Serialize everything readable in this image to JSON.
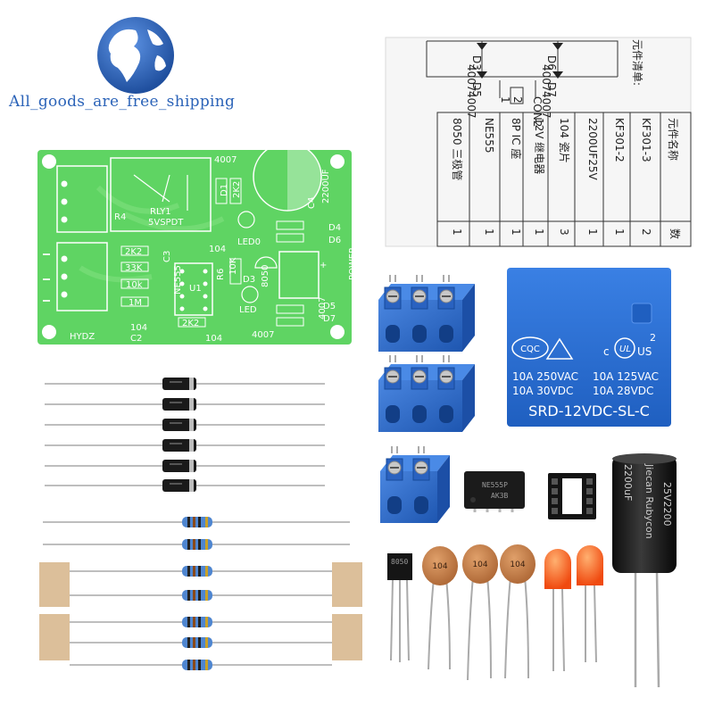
{
  "brand": {
    "watermark_text": "All_goods_are_free_shipping",
    "globe_color": "#2b63b8"
  },
  "pcb": {
    "color": "#5fd463",
    "labels": {
      "r4": "R4",
      "rly1": "RLY1",
      "relay_type": "5VSPDT",
      "d1": "D1",
      "r_2k2_top": "2K2",
      "top_4007": "4007",
      "c4": "C4",
      "c4_value": "2200UF",
      "d4": "D4",
      "d6": "D6",
      "led0": "LED0",
      "q1_code": "8050",
      "r_10k_q": "10K",
      "r6": "R6",
      "r_2k2_left": "2K2",
      "r_33k": "33K",
      "r_10k_left": "10k",
      "r_1m": "1M",
      "c3": "C3",
      "c3_value": "104",
      "ne555": "NE555",
      "u1": "U1",
      "r_2k2_bottom": "2K2",
      "hydz": "HYDZ",
      "c2_value": "104",
      "c2": "C2",
      "bottom_104": "104",
      "bottom_4007": "4007",
      "d3": "D3",
      "led": "LED",
      "d5": "D5",
      "d7": "D7",
      "side_4007": "4007",
      "power": "POWER",
      "plus": "+"
    }
  },
  "bom_sheet": {
    "title": "元件清单:",
    "header_name": "元件名称",
    "header_qty": "数",
    "rows": [
      {
        "name": "KF301-3",
        "qty": "2"
      },
      {
        "name": "KF301-2",
        "qty": "1"
      },
      {
        "name": "2200UF25V",
        "qty": "1"
      },
      {
        "name": "104 瓷片",
        "qty": "3"
      },
      {
        "name": "12V 继电器",
        "qty": "1"
      },
      {
        "name": "8P IC 座",
        "qty": "1"
      },
      {
        "name": "NE555",
        "qty": "1"
      },
      {
        "name": "8050 三极管",
        "qty": "1"
      }
    ],
    "schematic_labels": [
      "D3",
      "4007",
      "D6",
      "4007",
      "D5",
      "4007",
      "D7",
      "4007",
      "2",
      "1",
      "CON2"
    ]
  },
  "relay": {
    "color": "#2a6fd6",
    "cqc": "CQC",
    "ul_c": "c",
    "ul_us": "US",
    "ul_num": "2",
    "line1_left": "10A 250VAC",
    "line1_right": "10A 125VAC",
    "line2_left": "10A  30VDC",
    "line2_right": "10A  28VDC",
    "model": "SRD-12VDC-SL-C"
  },
  "ic": {
    "line1": "NE555P",
    "line2": "AK3B"
  },
  "transistor": {
    "code": "8050"
  },
  "ceramic_caps": {
    "label": "104",
    "count": 3
  },
  "electrolytic": {
    "text_left": "2200uF",
    "text_right": "25V2200",
    "brand": "Jiecan Rubycon"
  },
  "colors": {
    "terminal_blue": "#2d6fcf",
    "led_orange": "#ff6a1a",
    "cap_brown": "#c98450",
    "resistor_body": "#4f86d0",
    "diode_black": "#1a1a1a",
    "tape_beige": "#dcbf9a"
  }
}
